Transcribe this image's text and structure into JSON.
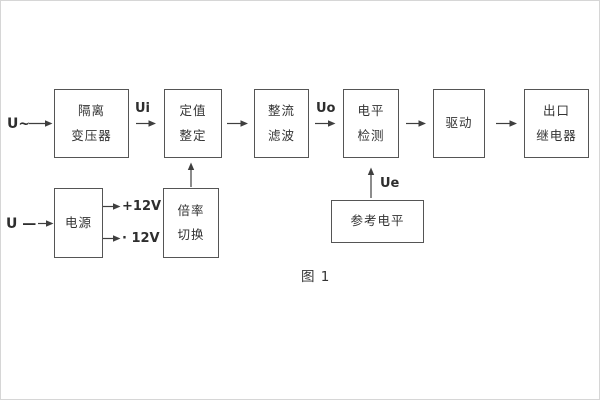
{
  "caption": "图 1",
  "inputs": {
    "ac": "U~",
    "dc": "U —"
  },
  "signals": {
    "ui": "Ui",
    "uo": "Uo",
    "ue": "Ue"
  },
  "power_rails": {
    "positive": "+12V",
    "negative": "· 12V"
  },
  "blocks": {
    "isolation_transformer": {
      "line1": "隔离",
      "line2": "变压器"
    },
    "setpoint_adjust": {
      "line1": "定值",
      "line2": "整定"
    },
    "rectify_filter": {
      "line1": "整流",
      "line2": "滤波"
    },
    "level_detect": {
      "line1": "电平",
      "line2": "检测"
    },
    "drive": {
      "line1": "驱动"
    },
    "output_relay": {
      "line1": "出口",
      "line2": "继电器"
    },
    "power_supply": {
      "line1": "电源"
    },
    "ratio_switch": {
      "line1": "倍率",
      "line2": "切换"
    },
    "reference_level": {
      "line1": "参考电平"
    }
  },
  "colors": {
    "line": "#3f3f3f",
    "text": "#2e2e2e",
    "background": "#ffffff"
  }
}
